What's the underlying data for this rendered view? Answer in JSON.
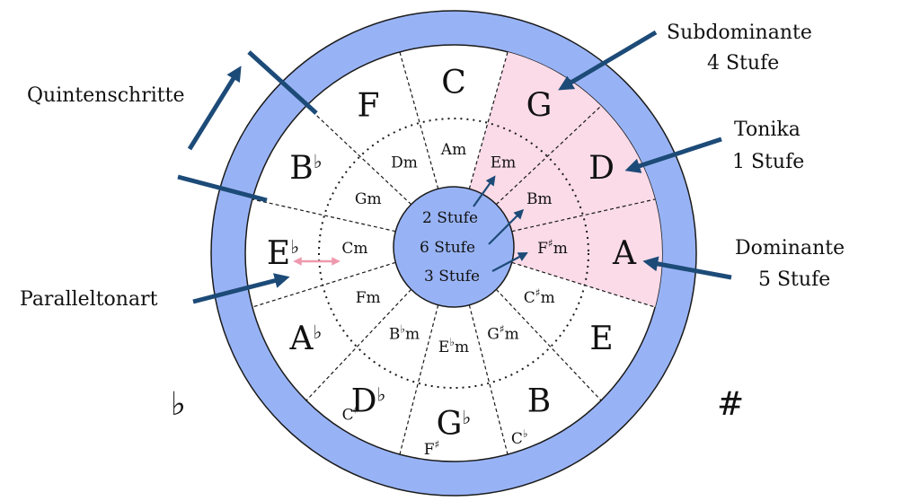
{
  "annotations": {
    "quintenschritte": "Quintenschritte",
    "subdominante": "Subdominante",
    "subdominante_stufe": "4 Stufe",
    "tonika": "Tonika",
    "tonika_stufe": "1 Stufe",
    "dominante": "Dominante",
    "dominante_stufe": "5 Stufe",
    "paralleltonart": "Paralleltonart",
    "flat_symbol": "♭",
    "sharp_symbol": "#"
  },
  "center": {
    "line1": "2 Stufe",
    "line2": "6 Stufe",
    "line3": "3 Stufe"
  },
  "circle": {
    "segments": [
      {
        "major": "C",
        "major_acc": "",
        "minor": "Am",
        "minor_acc": "",
        "extra": "",
        "extra_acc": ""
      },
      {
        "major": "G",
        "major_acc": "",
        "minor": "Em",
        "minor_acc": "",
        "extra": "",
        "extra_acc": ""
      },
      {
        "major": "D",
        "major_acc": "",
        "minor": "Bm",
        "minor_acc": "",
        "extra": "",
        "extra_acc": ""
      },
      {
        "major": "A",
        "major_acc": "",
        "minor": "F",
        "minor_acc": "♯",
        "minor_tail": "m",
        "extra": "",
        "extra_acc": ""
      },
      {
        "major": "E",
        "major_acc": "",
        "minor": "C",
        "minor_acc": "♯",
        "minor_tail": "m",
        "extra": "",
        "extra_acc": ""
      },
      {
        "major": "B",
        "major_acc": "",
        "minor": "G",
        "minor_acc": "♯",
        "minor_tail": "m",
        "extra": "C",
        "extra_acc": "♭"
      },
      {
        "major": "G",
        "major_acc": "♭",
        "minor": "E",
        "minor_acc": "♭",
        "minor_tail": "m",
        "extra": "F",
        "extra_acc": "♯"
      },
      {
        "major": "D",
        "major_acc": "♭",
        "minor": "B",
        "minor_acc": "♭",
        "minor_tail": "m",
        "extra": "C",
        "extra_acc": "♯"
      },
      {
        "major": "A",
        "major_acc": "♭",
        "minor": "Fm",
        "minor_acc": "",
        "extra": "",
        "extra_acc": ""
      },
      {
        "major": "E",
        "major_acc": "♭",
        "minor": "Cm",
        "minor_acc": "",
        "extra": "",
        "extra_acc": ""
      },
      {
        "major": "B",
        "major_acc": "♭",
        "minor": "Gm",
        "minor_acc": "",
        "extra": "",
        "extra_acc": ""
      },
      {
        "major": "F",
        "major_acc": "",
        "minor": "Dm",
        "minor_acc": "",
        "extra": "",
        "extra_acc": ""
      }
    ],
    "highlighted_segments": [
      1,
      2,
      3
    ]
  },
  "colors": {
    "ring": "#98b3f5",
    "ring_stroke": "#1a1a1a",
    "highlight": "#fbdbe8",
    "arrow": "#1d4b78",
    "parallel_arrow": "#ee9aae",
    "center_fill": "#98b3f5"
  }
}
